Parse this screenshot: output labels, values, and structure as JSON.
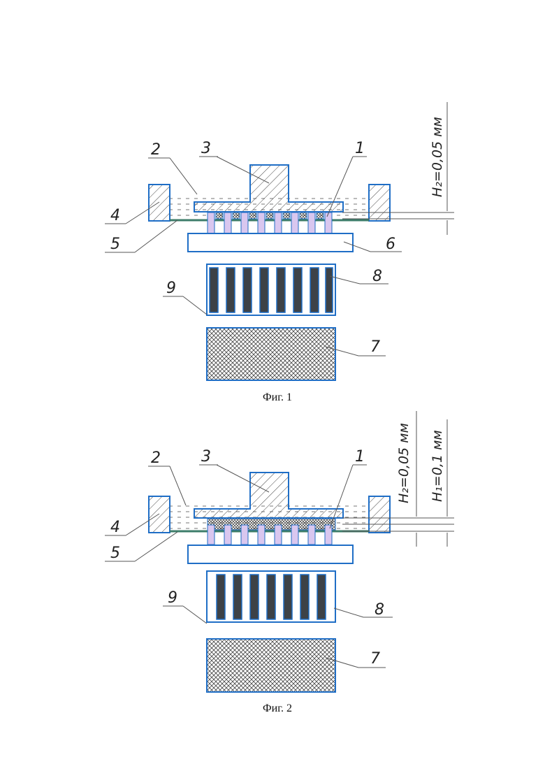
{
  "colors": {
    "outline": "#1f6ec6",
    "plate_fill": "#3d4247",
    "pillar_fill": "#d9c7ef",
    "hatch": "#444444",
    "leader": "#555555",
    "liquid_dash": "#666666",
    "film_layer": "#3d7d6a"
  },
  "figures": [
    {
      "caption": "Фиг. 1",
      "labels": {
        "n1": "1",
        "n2": "2",
        "n3": "3",
        "n4": "4",
        "n5": "5",
        "n6": "6",
        "n7": "7",
        "n8": "8",
        "n9": "9"
      },
      "dims": {
        "h2": "H₂=0,05 мм"
      }
    },
    {
      "caption": "Фиг. 2",
      "labels": {
        "n1": "1",
        "n2": "2",
        "n3": "3",
        "n4": "4",
        "n5": "5",
        "n7": "7",
        "n8": "8",
        "n9": "9"
      },
      "dims": {
        "h2": "H₂=0,05 мм",
        "h1": "H₁=0,1 мм"
      }
    }
  ]
}
